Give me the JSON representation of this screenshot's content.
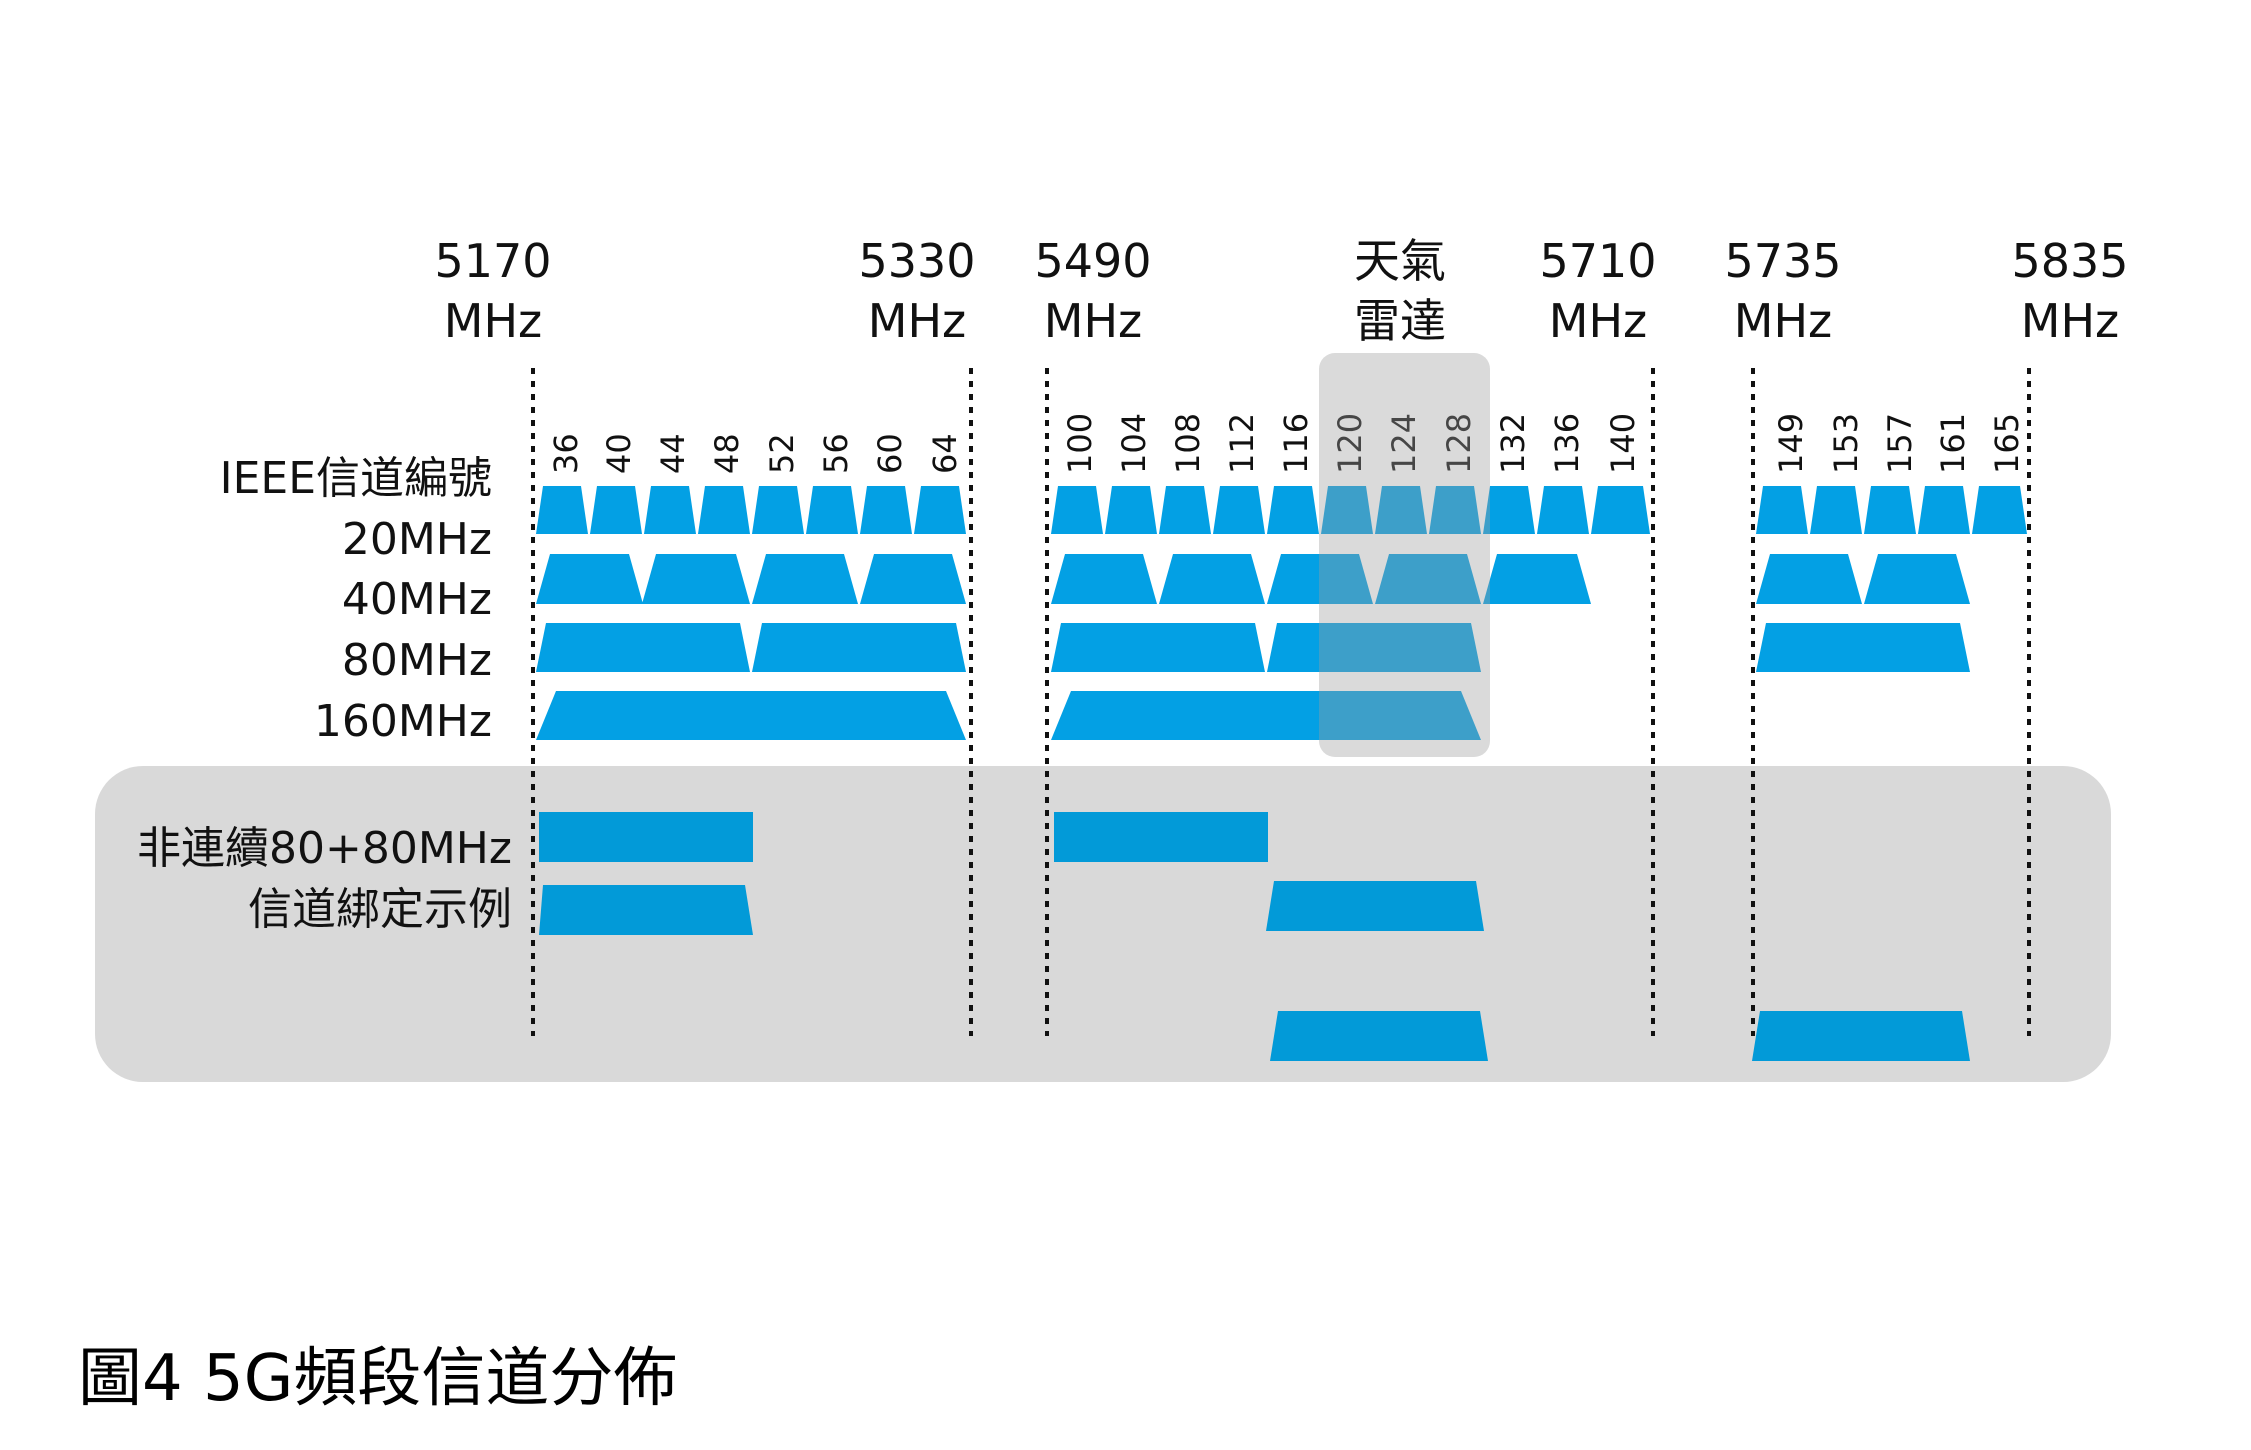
{
  "caption": "圖4 5G頻段信道分佈",
  "colors": {
    "channel": "#03a0e4",
    "channel_dark": "#029ad8",
    "radar_box": "#bfbfbf",
    "bonding_box": "#d9d9d9",
    "text": "#111111",
    "lines": "#111111"
  },
  "frequencies": [
    {
      "value": "5170",
      "unit": "MHz"
    },
    {
      "value": "5330",
      "unit": "MHz"
    },
    {
      "value": "5490",
      "unit": "MHz"
    },
    {
      "value": "5710",
      "unit": "MHz"
    },
    {
      "value": "5735",
      "unit": "MHz"
    },
    {
      "value": "5835",
      "unit": "MHz"
    }
  ],
  "radar": {
    "line1": "天氣",
    "line2": "雷達"
  },
  "row_labels": {
    "ieee": "IEEE信道編號",
    "w20": "20MHz",
    "w40": "40MHz",
    "w80": "80MHz",
    "w160": "160MHz",
    "bonding1": "非連續80+80MHz",
    "bonding2": "信道綁定示例"
  },
  "channel_numbers": [
    "36",
    "40",
    "44",
    "48",
    "52",
    "56",
    "60",
    "64",
    "100",
    "104",
    "108",
    "112",
    "116",
    "120",
    "124",
    "128",
    "132",
    "136",
    "140",
    "149",
    "153",
    "157",
    "161",
    "165"
  ]
}
